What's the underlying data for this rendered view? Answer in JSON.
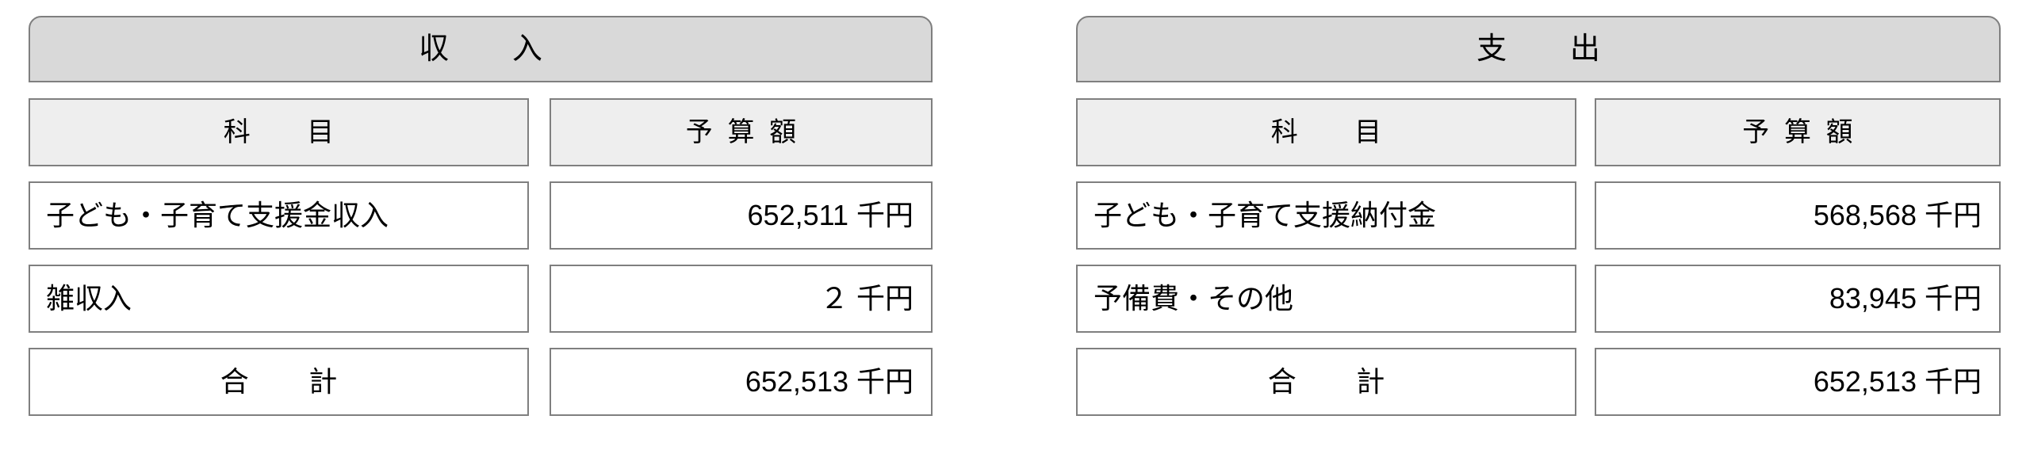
{
  "colors": {
    "title_bar_bg": "#d9d9d9",
    "column_header_bg": "#eeeeee",
    "cell_bg": "#ffffff",
    "border": "#7f7f7f",
    "text": "#000000"
  },
  "tables": {
    "income": {
      "title": "収　入",
      "columns": {
        "item": "科　目",
        "amount": "予算額"
      },
      "rows": [
        {
          "item": "子ども・子育て支援金収入",
          "amount": "652,511 千円"
        },
        {
          "item": "雑収入",
          "amount": "２ 千円"
        }
      ],
      "total": {
        "item": "合　計",
        "amount": "652,513 千円"
      }
    },
    "expense": {
      "title": "支　出",
      "columns": {
        "item": "科　目",
        "amount": "予算額"
      },
      "rows": [
        {
          "item": "子ども・子育て支援納付金",
          "amount": "568,568 千円"
        },
        {
          "item": "予備費・その他",
          "amount": "83,945 千円"
        }
      ],
      "total": {
        "item": "合　計",
        "amount": "652,513 千円"
      }
    }
  }
}
